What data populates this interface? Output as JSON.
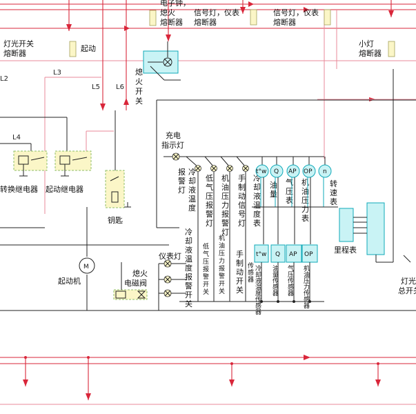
{
  "labels": {
    "fuse_main_a": "电子钟，",
    "fuse_main_b": "熄火",
    "fuse_main_c": "熔断器",
    "fuse_signal1_a": "信号灯，仪表",
    "fuse_signal1_b": "熔断器",
    "fuse_signal2_a": "信号灯，仪表",
    "fuse_signal2_b": "熔断器",
    "light_switch_fuse_a": "灯光开关",
    "light_switch_fuse_b": "熔断器",
    "start": "起动",
    "small_light_fuse_a": "小灯",
    "small_light_fuse_b": "熔断器",
    "L2": "L2",
    "L3": "L3",
    "L4": "L4",
    "L5": "L5",
    "L6": "L6",
    "flameout_switch": "熄火开关",
    "charge_lamp_a": "充电",
    "charge_lamp_b": "指示灯",
    "transfer_relay": "转换继电器",
    "start_relay": "起动继电器",
    "key": "钥匙",
    "alarm_lamp": "报警灯",
    "coolant_temp": "冷却液温度",
    "low_air_alarm": "低气压报警灯",
    "oil_pressure_alarm": "机油压力报警灯",
    "handbrake_signal": "手制动信号灯",
    "coolant_temp_gauge": "冷却液温度表",
    "fuel_gauge": "油量",
    "air_pressure_gauge": "气压表",
    "oil_pressure_gauge": "机油压力表",
    "speedometer": "转速表",
    "odometer": "里程表",
    "coolant_alarm_switch": "冷却液温度报警开关",
    "low_air_switch": "低气压报警开关",
    "oil_alarm_switch": "机油压力报警开关",
    "handbrake_switch": "手制动开关",
    "coolant_sensor": "冷却液温度传感器",
    "fuel_sensor": "油量传感器",
    "air_sensor": "气压传感器",
    "oil_sensor": "机油压力传感器",
    "instrument_lamp": "仪表灯",
    "flameout_valve_a": "熄火",
    "flameout_valve_b": "电磁阀",
    "starter_motor": "起动机",
    "light_main_switch_a": "灯光",
    "light_main_switch_b": "总开关",
    "sensor_partial": "传感器"
  },
  "gauge_symbols": {
    "tw": "t°w",
    "q": "Q",
    "ap": "AP",
    "op": "OP",
    "n": "n",
    "m": "M"
  }
}
